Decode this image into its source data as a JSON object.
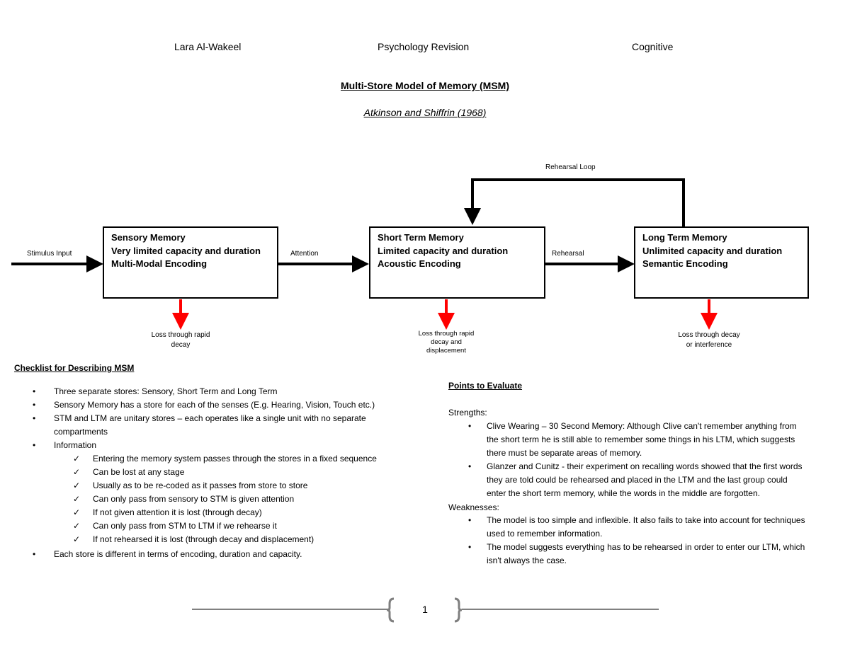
{
  "header": {
    "author": "Lara Al-Wakeel",
    "subject": "Psychology Revision",
    "topic": "Cognitive"
  },
  "title": "Multi-Store Model of Memory (MSM)",
  "subtitle": "Atkinson and Shiffrin (1968)",
  "diagram": {
    "stimulus_label": "Stimulus Input",
    "attention_label": "Attention",
    "rehearsal_label": "Rehearsal",
    "rehearsal_loop_label": "Rehearsal Loop",
    "stores": [
      {
        "name": "Sensory Memory",
        "line2": "Very limited capacity and duration",
        "line3": "Multi-Modal Encoding"
      },
      {
        "name": "Short Term Memory",
        "line2": "Limited capacity and duration",
        "line3": "Acoustic Encoding"
      },
      {
        "name": "Long Term Memory",
        "line2": "Unlimited capacity and duration",
        "line3": "Semantic Encoding"
      }
    ],
    "losses": [
      {
        "line1": "Loss through rapid",
        "line2": "decay",
        "line3": ""
      },
      {
        "line1": "Loss through rapid",
        "line2": "decay and",
        "line3": "displacement"
      },
      {
        "line1": "Loss through decay",
        "line2": "or interference",
        "line3": ""
      }
    ],
    "loss_arrow_color": "#ff0000"
  },
  "checklist": {
    "title": "Checklist for Describing MSM",
    "items": [
      "Three separate stores: Sensory, Short Term and Long Term",
      "Sensory Memory has a store for each of the senses (E.g. Hearing, Vision, Touch etc.)",
      "STM and LTM are unitary stores – each operates like a single unit with no separate",
      "compartments",
      "Information"
    ],
    "sub_items": [
      "Entering the memory system passes through the stores in a fixed sequence",
      "Can be lost at any stage",
      "Usually as to be re-coded as it passes from store to store",
      "Can only pass from sensory to STM is given attention",
      "If not given attention it is lost (through decay)",
      "Can only pass from STM to LTM if we rehearse it",
      "If not rehearsed it is lost (through decay and displacement)"
    ],
    "last_item": "Each store is different in terms of encoding, duration and capacity."
  },
  "evaluation": {
    "title": "Points to Evaluate",
    "strengths_label": "Strengths:",
    "strengths": [
      [
        "Clive Wearing – 30 Second Memory: Although Clive can't remember anything from",
        "the short term he is still able to remember some things in his LTM, which suggests",
        "there must be separate areas of memory."
      ],
      [
        "Glanzer and Cunitz - their experiment on recalling words showed that the first words",
        "they are told could be rehearsed and placed in the LTM and the last group could",
        "enter the short term memory, while the words in the middle are forgotten."
      ]
    ],
    "weaknesses_label": "Weaknesses:",
    "weaknesses": [
      [
        "The model is too simple and inflexible. It also fails to take into account for techniques",
        "used to remember information."
      ],
      [
        "The model suggests everything has to be rehearsed in order to enter our LTM, which",
        "isn't always the case."
      ]
    ]
  },
  "footer": {
    "page_number": "1"
  }
}
